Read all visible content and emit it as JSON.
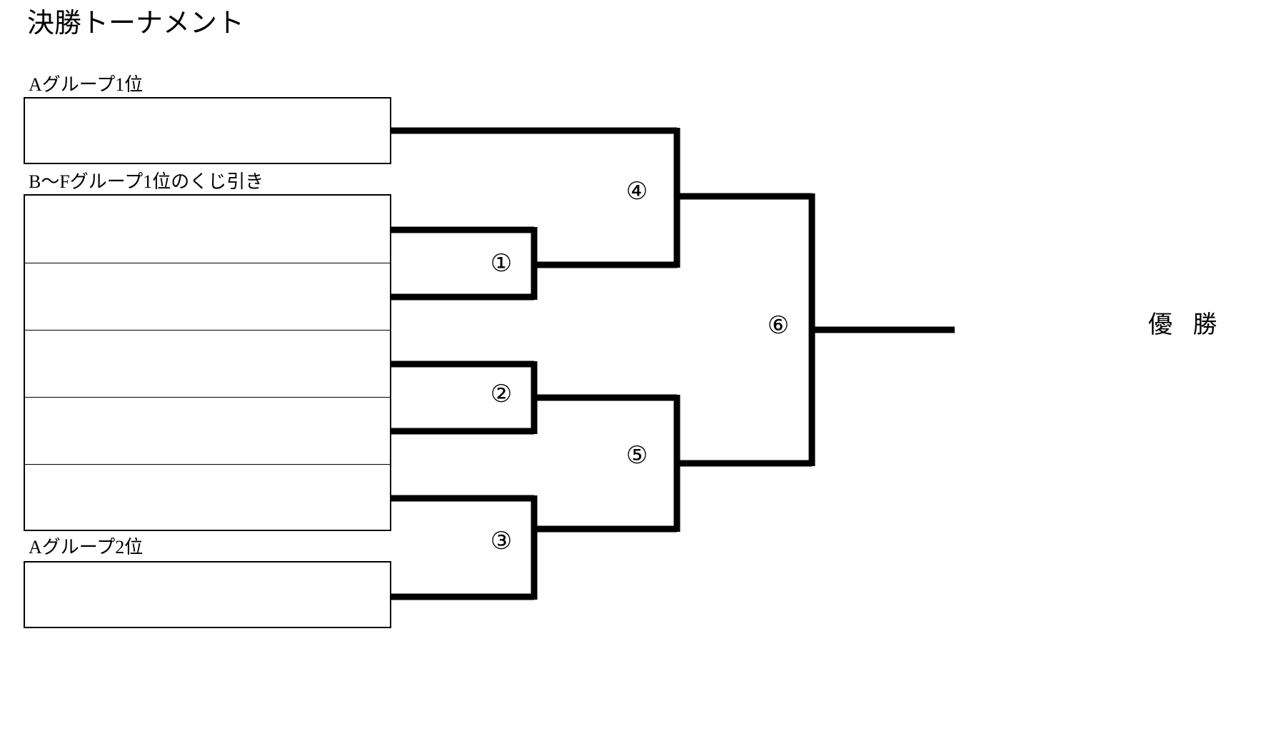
{
  "title": "決勝トーナメント",
  "labels": {
    "a_group_first": "Aグループ1位",
    "bf_group_first_draw": "B〜Fグループ1位のくじ引き",
    "a_group_second": "Aグループ2位"
  },
  "winner": "優 勝",
  "matches": [
    {
      "id": "match-1",
      "number": "①"
    },
    {
      "id": "match-2",
      "number": "②"
    },
    {
      "id": "match-3",
      "number": "③"
    },
    {
      "id": "match-4",
      "number": "④"
    },
    {
      "id": "match-5",
      "number": "⑤"
    },
    {
      "id": "match-6",
      "number": "⑥"
    }
  ],
  "bf_rows": [
    "",
    "",
    "",
    "",
    ""
  ],
  "colors": {
    "line": "#000000",
    "background": "#ffffff",
    "box_border": "#000000"
  }
}
